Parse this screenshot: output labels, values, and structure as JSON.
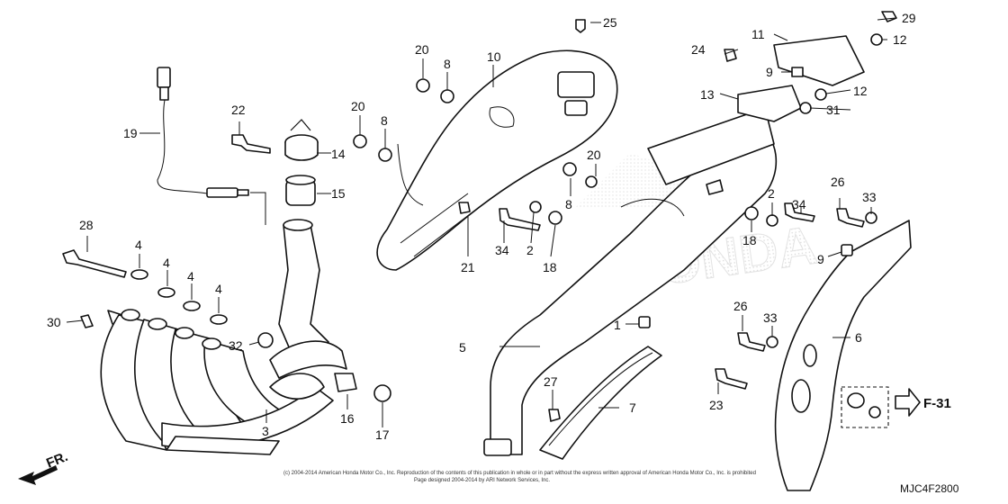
{
  "callouts": {
    "c1": "1",
    "c2a": "2",
    "c2b": "2",
    "c3": "3",
    "c4a": "4",
    "c4b": "4",
    "c4c": "4",
    "c4d": "4",
    "c5": "5",
    "c6": "6",
    "c7": "7",
    "c8a": "8",
    "c8b": "8",
    "c8c": "8",
    "c9a": "9",
    "c9b": "9",
    "c10": "10",
    "c11": "11",
    "c12a": "12",
    "c12b": "12",
    "c13": "13",
    "c14": "14",
    "c15": "15",
    "c16": "16",
    "c17": "17",
    "c18a": "18",
    "c18b": "18",
    "c19": "19",
    "c20a": "20",
    "c20b": "20",
    "c20c": "20",
    "c21": "21",
    "c22": "22",
    "c23": "23",
    "c24": "24",
    "c25": "25",
    "c26a": "26",
    "c26b": "26",
    "c27": "27",
    "c28": "28",
    "c29": "29",
    "c30": "30",
    "c31": "31",
    "c32": "32",
    "c33a": "33",
    "c33b": "33",
    "c34a": "34",
    "c34b": "34"
  },
  "labels": {
    "front_direction": "FR.",
    "ref_figure": "F-31",
    "diagram_code": "MJC4F2800",
    "copyright": "(c) 2004-2014 American Honda Motor Co., Inc. Reproduction of the contents of this publication in whole or in part without the express written approval of American Honda Motor Co., Inc. is prohibited",
    "copyright_2": "Page designed 2004-2014 by ARI Network Services, Inc."
  },
  "colors": {
    "ink": "#111111",
    "paper": "#ffffff",
    "watermark": "#cccccc"
  }
}
